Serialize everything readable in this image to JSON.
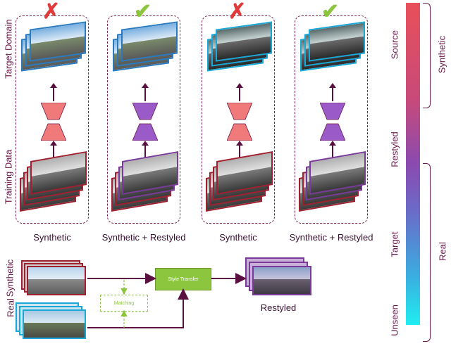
{
  "labels": {
    "target_domain": "Target Domain",
    "training_data": "Training Data"
  },
  "columns": [
    {
      "caption": "Synthetic",
      "result": "fail",
      "mark": "✗",
      "target_style": "synthetic",
      "network_color": "#f07a7a",
      "training": "synthetic"
    },
    {
      "caption": "Synthetic + Restyled",
      "result": "pass",
      "mark": "✔",
      "target_style": "synthetic",
      "network_color": "#9a5ac8",
      "training": "mixed"
    },
    {
      "caption": "Synthetic",
      "result": "fail",
      "mark": "✗",
      "target_style": "real",
      "network_color": "#f07a7a",
      "training": "synthetic"
    },
    {
      "caption": "Synthetic + Restyled",
      "result": "pass",
      "mark": "✔",
      "target_style": "real",
      "network_color": "#9a5ac8",
      "training": "mixed"
    }
  ],
  "pipeline": {
    "synthetic_label": "Synthetic",
    "real_label": "Real",
    "style_transfer": "Style Transfer",
    "matching": "Matching",
    "restyled": "Restyled"
  },
  "scale": {
    "source": "Source",
    "restyled": "Restyled",
    "target": "Target",
    "unseen": "Unseen",
    "synthetic": "Synthetic",
    "real": "Real"
  },
  "colors": {
    "fail": "#e03a3a",
    "pass": "#8cc63f",
    "synthetic_frame": "#a02030",
    "restyled_frame": "#7a3a9a",
    "real_frame": "#1aa8d8",
    "style_transfer": "#8cc63f"
  }
}
